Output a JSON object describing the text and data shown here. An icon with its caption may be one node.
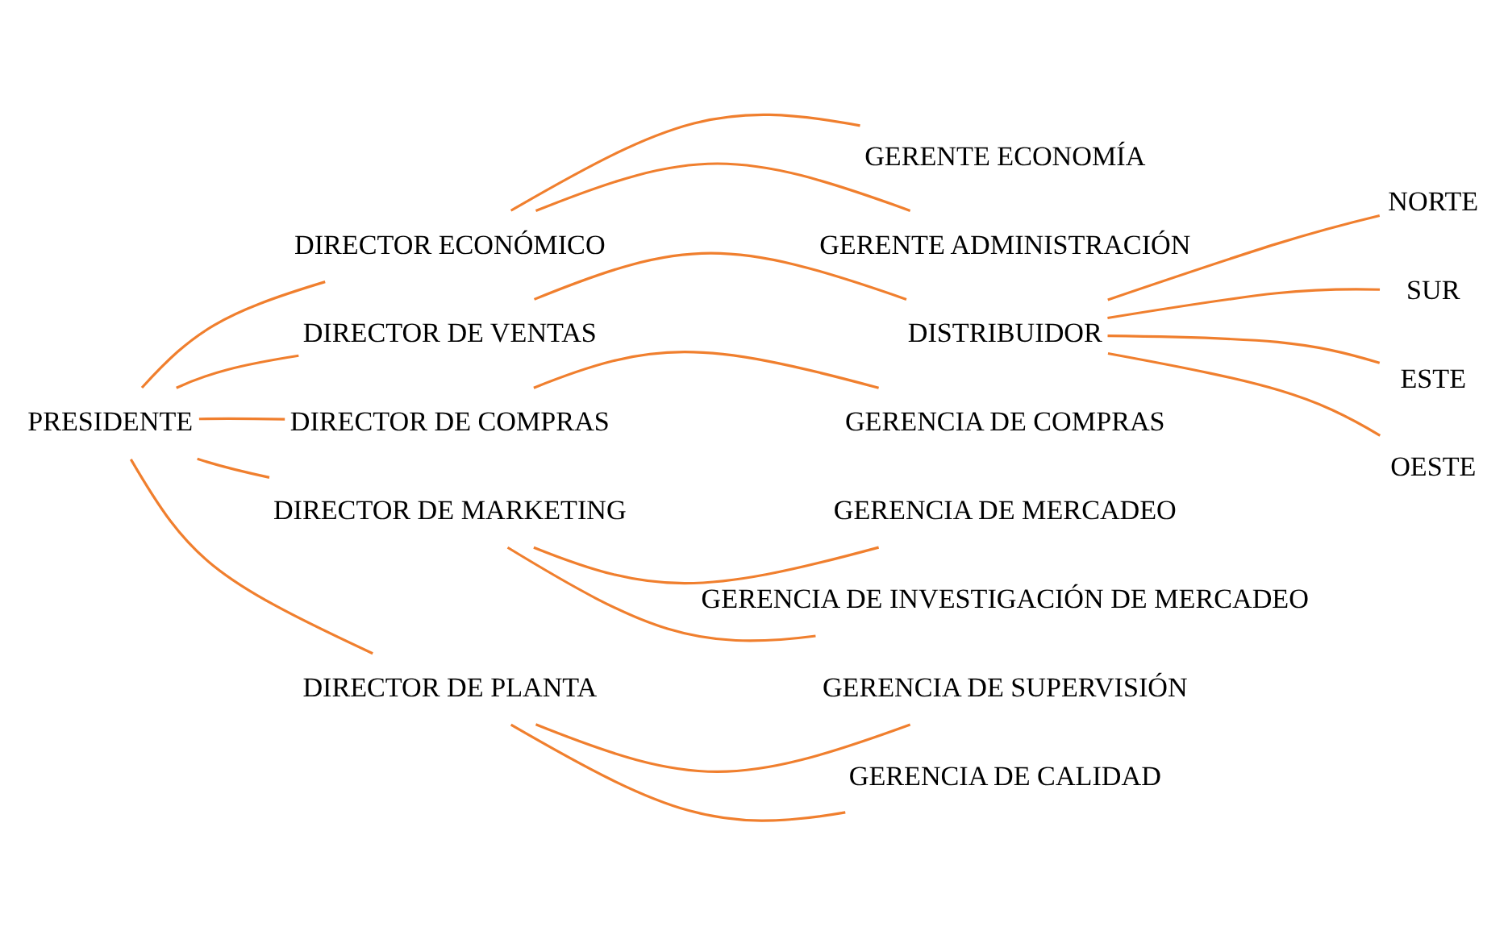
{
  "diagram": {
    "nodes": [
      {
        "text": [
          "PRESIDENTE"
        ]
      },
      {
        "text": [
          "DIRECTOR ECONÓMICO"
        ]
      },
      {
        "text": [
          "GERENTE ECONOMÍA"
        ]
      },
      {
        "text": [
          "GERENTE ADMINISTRACIÓN"
        ]
      },
      {
        "text": [
          "DIRECTOR DE VENTAS"
        ]
      },
      {
        "text": [
          "DISTRIBUIDOR"
        ]
      },
      {
        "text": [
          "NORTE"
        ]
      },
      {
        "text": [
          "SUR"
        ]
      },
      {
        "text": [
          "ESTE"
        ]
      },
      {
        "text": [
          "OESTE"
        ]
      },
      {
        "text": [
          "DIRECTOR DE COMPRAS"
        ]
      },
      {
        "text": [
          "GERENCIA DE COMPRAS"
        ]
      },
      {
        "text": [
          "DIRECTOR DE MARKETING"
        ]
      },
      {
        "text": [
          "GERENCIA DE MERCADEO"
        ]
      },
      {
        "text": [
          "GERENCIA DE INVESTIGACIÓN DE MERCADEO"
        ]
      },
      {
        "text": [
          "DIRECTOR DE PLANTA"
        ]
      },
      {
        "text": [
          "GERENCIA DE SUPERVISIÓN"
        ]
      },
      {
        "text": [
          "GERENCIA DE CALIDAD"
        ]
      }
    ],
    "edges": [
      {
        "from": 0,
        "to": 1,
        "arrow": "none"
      },
      {
        "from": 0,
        "to": 4,
        "arrow": "none"
      },
      {
        "from": 0,
        "to": 10,
        "arrow": "none"
      },
      {
        "from": 0,
        "to": 12,
        "arrow": "none"
      },
      {
        "from": 0,
        "to": 15,
        "arrow": "none"
      },
      {
        "from": 1,
        "to": 2,
        "arrow": "none"
      },
      {
        "from": 1,
        "to": 3,
        "arrow": "none"
      },
      {
        "from": 4,
        "to": 5,
        "arrow": "none"
      },
      {
        "from": 5,
        "to": 6,
        "arrow": "none"
      },
      {
        "from": 5,
        "to": 7,
        "arrow": "none"
      },
      {
        "from": 5,
        "to": 8,
        "arrow": "none"
      },
      {
        "from": 5,
        "to": 9,
        "arrow": "none"
      },
      {
        "from": 10,
        "to": 11,
        "arrow": "none"
      },
      {
        "from": 12,
        "to": 13,
        "arrow": "none"
      },
      {
        "from": 12,
        "to": 14,
        "arrow": "none"
      },
      {
        "from": 15,
        "to": 16,
        "arrow": "none"
      },
      {
        "from": 15,
        "to": 17,
        "arrow": "none"
      }
    ]
  }
}
